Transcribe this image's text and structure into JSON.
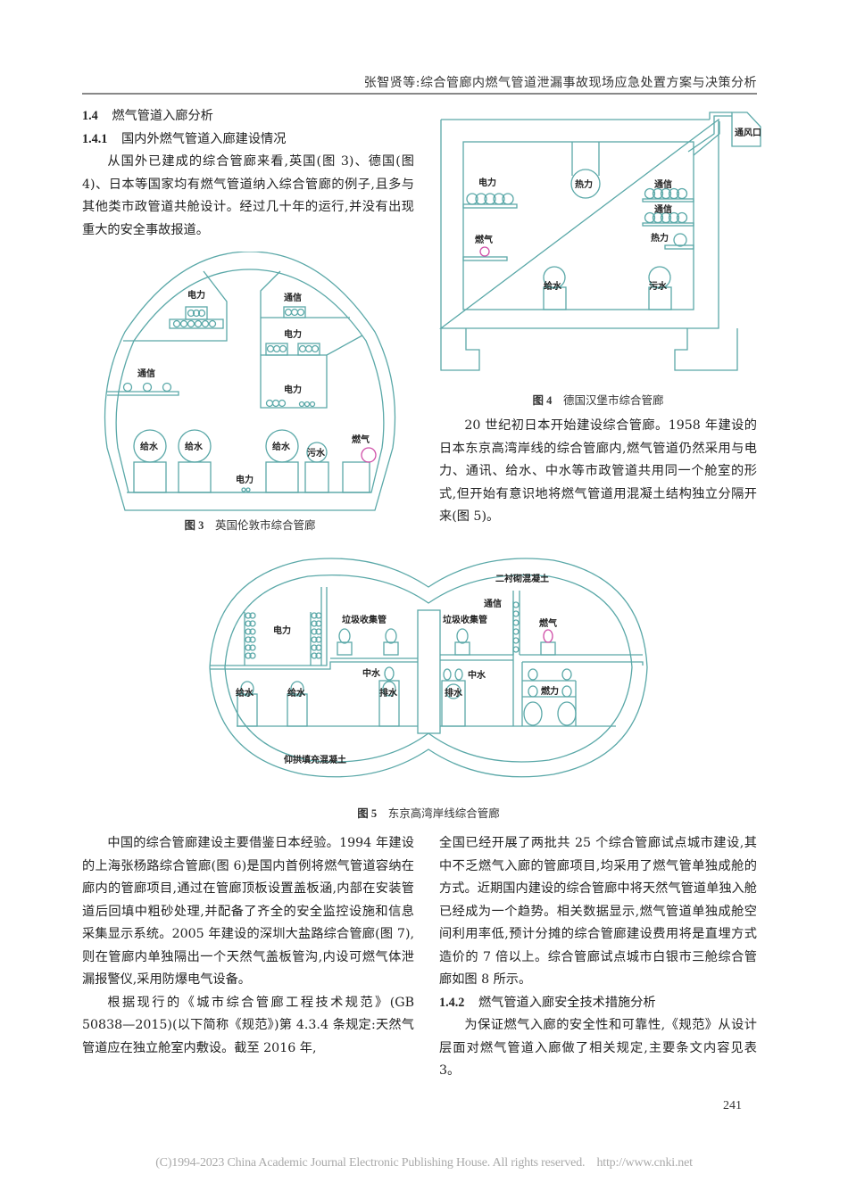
{
  "header": {
    "running_title": "张智贤等:综合管廊内燃气管道泄漏事故现场应急处置方案与决策分析"
  },
  "left_column_top": {
    "section_1_4": {
      "num": "1.4",
      "title": "燃气管道入廊分析"
    },
    "section_1_4_1": {
      "num": "1.4.1",
      "title": "国内外燃气管道入廊建设情况"
    },
    "para1": "从国外已建成的综合管廊来看,英国(图 3)、德国(图 4)、日本等国家均有燃气管道纳入综合管廊的例子,且多与其他类市政管道共舱设计。经过几十年的运行,并没有出现重大的安全事故报道。"
  },
  "figure3": {
    "caption_num": "图 3",
    "caption_text": "英国伦敦市综合管廊",
    "labels": {
      "power_top": "电力",
      "telecom_top": "通信",
      "power_mid": "电力",
      "telecom_left": "通信",
      "power_box": "电力",
      "water1": "给水",
      "water2": "给水",
      "water3": "给水",
      "sewage": "污水",
      "gas": "燃气",
      "power_floor": "电力"
    }
  },
  "figure4": {
    "caption_num": "图 4",
    "caption_text": "德国汉堡市综合管廊",
    "labels": {
      "vent": "通风口",
      "heat_top": "热力",
      "power": "电力",
      "telecom1": "通信",
      "telecom2": "通信",
      "heat_right": "热力",
      "gas": "燃气",
      "water": "给水",
      "sewage": "污水"
    }
  },
  "right_column_top": {
    "para": "20 世纪初日本开始建设综合管廊。1958 年建设的日本东京高湾岸线的综合管廊内,燃气管道仍然采用与电力、通讯、给水、中水等市政管道共用同一个舱室的形式,但开始有意识地将燃气管道用混凝土结构独立分隔开来(图 5)。"
  },
  "figure5": {
    "caption_num": "图 5",
    "caption_text": "东京高湾岸线综合管廊",
    "labels": {
      "power": "电力",
      "garbage_left": "垃圾收集管",
      "garbage_right": "垃圾收集管",
      "secondary_lining": "二衬砌混凝土",
      "telecom": "通信",
      "gas": "燃气",
      "reclaimed_left": "中水",
      "reclaimed_right": "中水",
      "water_a": "给水",
      "water_b": "给水",
      "drain_left": "排水",
      "drain_right": "排水",
      "fuel_power": "燃力",
      "invert_fill": "仰拱填充混凝土"
    }
  },
  "left_column_bottom": {
    "para1": "中国的综合管廊建设主要借鉴日本经验。1994 年建设的上海张杨路综合管廊(图 6)是国内首例将燃气管道容纳在廊内的管廊项目,通过在管廊顶板设置盖板涵,内部在安装管道后回填中粗砂处理,并配备了齐全的安全监控设施和信息采集显示系统。2005 年建设的深圳大盐路综合管廊(图 7),则在管廊内单独隔出一个天然气盖板管沟,内设可燃气体泄漏报警仪,采用防爆电气设备。",
    "para2": "根据现行的《城市综合管廊工程技术规范》(GB 50838—2015)(以下简称《规范》)第 4.3.4 条规定:天然气管道应在独立舱室内敷设。截至 2016 年,"
  },
  "right_column_bottom": {
    "para1": "全国已经开展了两批共 25 个综合管廊试点城市建设,其中不乏燃气入廊的管廊项目,均采用了燃气管单独成舱的方式。近期国内建设的综合管廊中将天然气管道单独入舱已经成为一个趋势。相关数据显示,燃气管道单独成舱空间利用率低,预计分摊的综合管廊建设费用将是直埋方式造价的 7 倍以上。综合管廊试点城市白银市三舱综合管廊如图 8 所示。",
    "section_1_4_2": {
      "num": "1.4.2",
      "title": "燃气管道入廊安全技术措施分析"
    },
    "para2": "为保证燃气入廊的安全性和可靠性,《规范》从设计层面对燃气管道入廊做了相关规定,主要条文内容见表 3。"
  },
  "page_number": "241",
  "footer": {
    "copyright": "(C)1994-2023 China Academic Journal Electronic Publishing House. All rights reserved.    http://www.cnki.net"
  },
  "colors": {
    "line": "#5aa8a8",
    "gas_pipe": "#d04fa8",
    "rule": "#888888"
  }
}
